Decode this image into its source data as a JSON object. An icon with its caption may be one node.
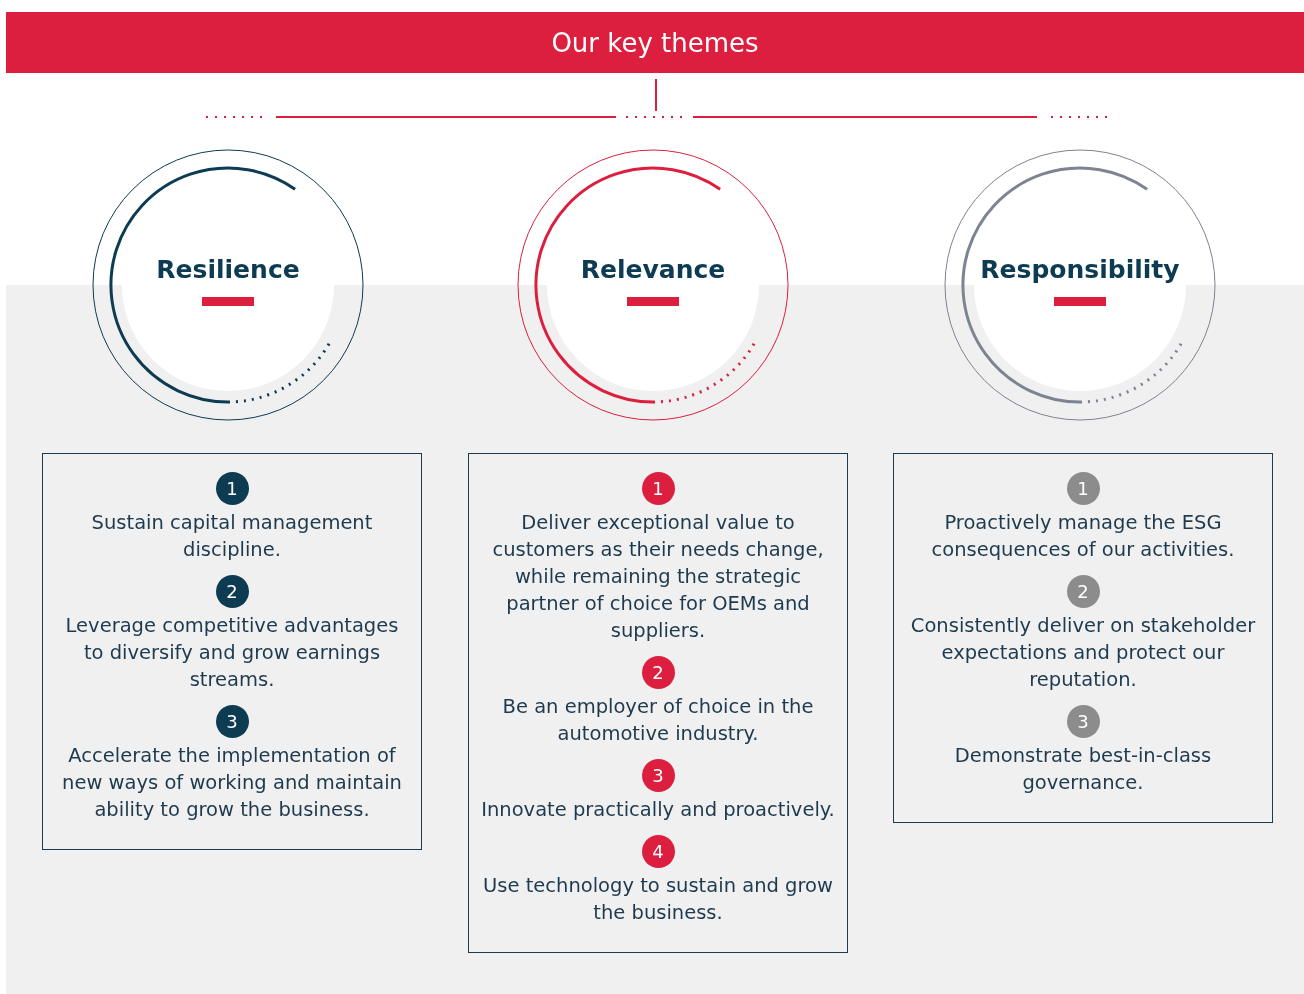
{
  "diagram": {
    "title": "Our key themes",
    "nodes": [
      {
        "text": [
          "Resilience"
        ]
      },
      {
        "text": [
          "Relevance"
        ]
      },
      {
        "text": [
          "Responsibility"
        ]
      },
      {
        "text": [
          "Sustain capital management discipline.",
          "Leverage competitive advantages to diversify and grow earnings streams.",
          "Accelerate the implementation of new ways of working and maintain ability to grow the business."
        ]
      },
      {
        "text": [
          "1"
        ],
        "in": 3
      },
      {
        "text": [
          "2"
        ],
        "in": 3
      },
      {
        "text": [
          "3"
        ],
        "in": 3
      },
      {
        "text": [
          "Deliver exceptional value to customers as their needs change, while remaining the strategic partner of choice for OEMs and suppliers.",
          "Be an employer of choice in the automotive industry.",
          "Innovate practically and proactively.",
          "Use technology to sustain and grow the business."
        ]
      },
      {
        "text": [
          "1"
        ],
        "in": 7
      },
      {
        "text": [
          "2"
        ],
        "in": 7
      },
      {
        "text": [
          "3"
        ],
        "in": 7
      },
      {
        "text": [
          "4"
        ],
        "in": 7
      },
      {
        "text": [
          "Proactively manage the ESG consequences of our activities.",
          "Consistently deliver on stakeholder expectations and protect our reputation.",
          "Demonstrate best-in-class governance."
        ]
      },
      {
        "text": [
          "1"
        ],
        "in": 12
      },
      {
        "text": [
          "2"
        ],
        "in": 12
      },
      {
        "text": [
          "3"
        ],
        "in": 12
      }
    ],
    "edges": []
  }
}
